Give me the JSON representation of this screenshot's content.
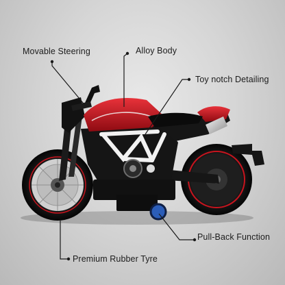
{
  "callouts": {
    "steering": "Movable Steering",
    "body": "Alloy Body",
    "detailing": "Toy notch Detailing",
    "pullback": "Pull-Back Function",
    "tyre": "Premium Rubber Tyre"
  },
  "colors": {
    "background": "#d6d6d6",
    "body_red": "#c8141e",
    "frame_black": "#141414",
    "trellis_white": "#f2f2f2",
    "wheel_blue": "#2b5db8",
    "line": "#1a1a1a"
  }
}
